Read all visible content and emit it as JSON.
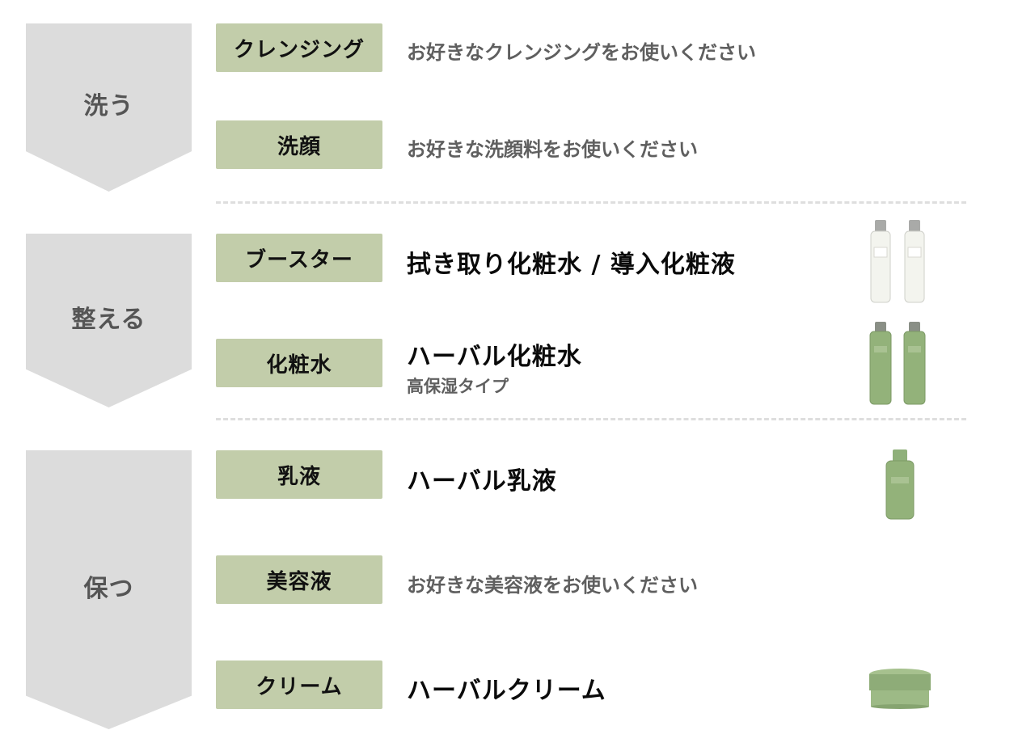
{
  "groups": [
    {
      "label": "洗う"
    },
    {
      "label": "整える"
    },
    {
      "label": "保つ"
    }
  ],
  "steps": [
    {
      "label": "クレンジング",
      "desc": "お好きなクレンジングをお使いください"
    },
    {
      "label": "洗顔",
      "desc": "お好きな洗顔料をお使いください"
    },
    {
      "label": "ブースター",
      "desc": "拭き取り化粧水 / 導入化粧液",
      "icon": "clear-toner-bottles"
    },
    {
      "label": "化粧水",
      "desc": "ハーバル化粧水",
      "sub": "高保湿タイプ",
      "icon": "green-toner-bottles"
    },
    {
      "label": "乳液",
      "desc": "ハーバル乳液",
      "icon": "green-milk-bottle"
    },
    {
      "label": "美容液",
      "desc": "お好きな美容液をお使いください"
    },
    {
      "label": "クリーム",
      "desc": "ハーバルクリーム",
      "icon": "green-cream-jar"
    }
  ],
  "colors": {
    "arrow": "#dcdcdc",
    "step_bg": "#c2cdaa",
    "gray_text": "#5f5f5f",
    "divider": "#dedede"
  }
}
